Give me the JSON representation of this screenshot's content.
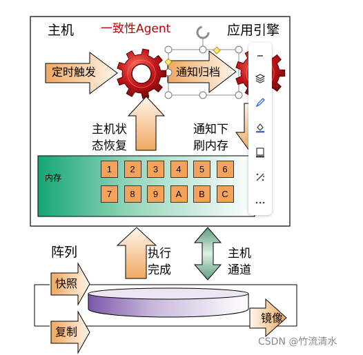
{
  "host_box": {
    "host_label": "主机",
    "agent_label": "一致性Agent",
    "engine_label": "应用引擎",
    "timer_label": "定时触发",
    "notify_archive_label": "通知归档",
    "host_recover_label": "主机状\n态恢复",
    "notify_flush_label": "通知下\n刷内存",
    "memory": {
      "label": "内存",
      "cells_row1": [
        "1",
        "2",
        "3",
        "4",
        "5",
        "6"
      ],
      "cells_row2": [
        "7",
        "8",
        "9",
        "A",
        "B",
        "C"
      ]
    }
  },
  "execute_done_label": "执行\n完成",
  "host_channel_label": "主机\n通道",
  "array_box": {
    "label": "阵列",
    "snapshot_label": "快照",
    "copy_label": "复制",
    "mirror_label": "镜像"
  },
  "watermark": "CSDN @竹流清水",
  "toolbar_icons": [
    "close-icon",
    "layers-icon",
    "pen-icon",
    "fill-icon",
    "frame-icon",
    "crop-icon",
    "more-icon"
  ],
  "colors": {
    "agent_red": "#c00000",
    "gear_red": "#b81414",
    "cell_orange": "#f5a35a",
    "arrow_peach": "#fbd9b3",
    "memory_green": "#1fa876",
    "channel_green": "#7fb59a",
    "disk_purple": "#8d6fb8"
  }
}
